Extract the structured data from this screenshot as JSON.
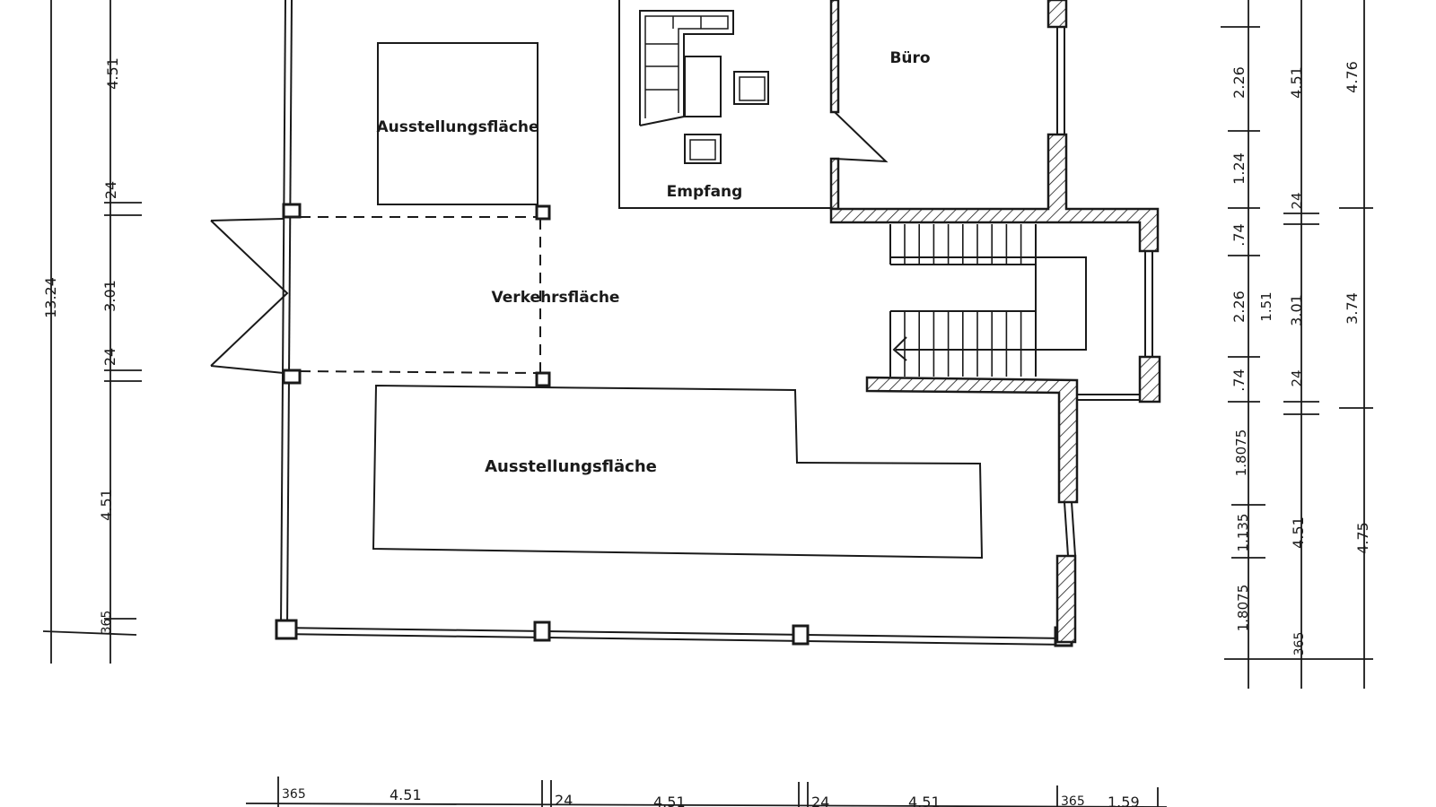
{
  "rooms": {
    "exhibition_top": "Ausstellungsfläche",
    "reception": "Empfang",
    "office": "Büro",
    "circulation": "Verkehrsfläche",
    "exhibition_bottom": "Ausstellungsfläche"
  },
  "dimensions": {
    "left_outer": {
      "total": "13.24",
      "seg1": "4.51",
      "seg2": "24",
      "seg3": "3.01",
      "seg4": "24",
      "seg5": "4.51",
      "seg6": "365"
    },
    "right_1": {
      "d1": "2.26",
      "d2": "1.24",
      "d3": ".74",
      "d4": "2.26",
      "d5": ".74",
      "d6": "1.8075",
      "d7": "1.135",
      "d8": "1.8075"
    },
    "right_2": {
      "d1": "4.51",
      "d2": "24",
      "d3": "1.51",
      "d4": "3.01",
      "d5": "24",
      "d6": "4.51",
      "d7": "365"
    },
    "right_3": {
      "d1": "4.76",
      "d2": "3.74",
      "d3": "4.75"
    },
    "bottom": {
      "d1": "365",
      "d2": "4.51",
      "d3": "24",
      "d4": "4.51",
      "d5": "24",
      "d6": "4.51",
      "d7": "365",
      "d8": "1.59"
    }
  }
}
